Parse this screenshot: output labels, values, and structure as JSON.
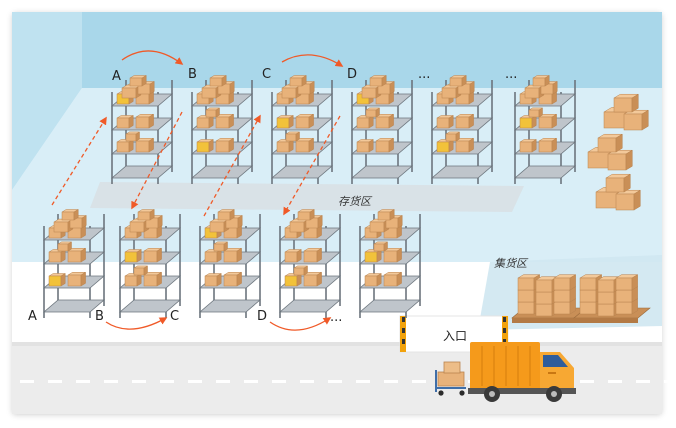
{
  "labels": {
    "top_row": [
      "A",
      "B",
      "C",
      "D",
      "...",
      "..."
    ],
    "bottom_row": [
      "A",
      "B",
      "C",
      "D",
      "..."
    ]
  },
  "zones": {
    "storage": "存货区",
    "collection": "集货区",
    "entrance": "入口"
  },
  "colors": {
    "wall": "#a9d7ea",
    "floor": "#dff0f8",
    "road": "#ececec",
    "arrow": "#f05a28",
    "box": "#e8b27a",
    "highlight_box": "#f2c23a",
    "rack": "#6c757d",
    "truck": "#f59a1b"
  }
}
